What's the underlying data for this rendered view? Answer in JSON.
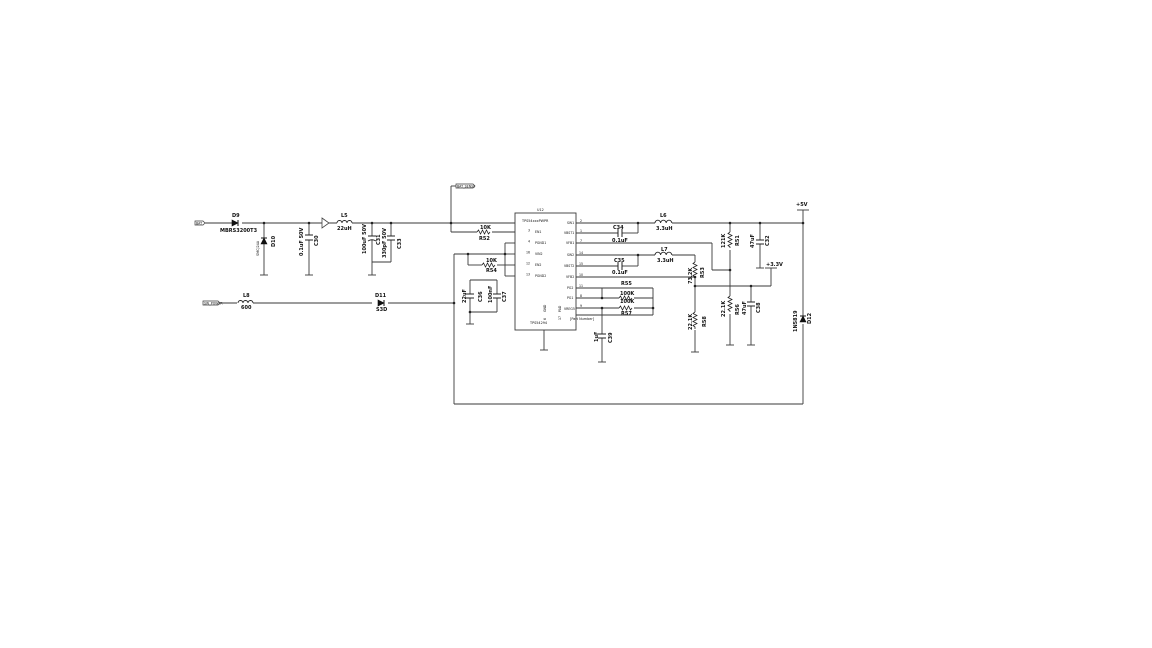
{
  "net_labels": {
    "bat": "BAT",
    "sw_power": "SW_POWER",
    "bat_sense": "BAT_SENSE",
    "plus5v": "+5V",
    "plus3v3": "+3.3V"
  },
  "ic": {
    "ref": "U12",
    "part": "TPS54xxxPWPR",
    "type_name": "TPS54294",
    "part_number": "[Part Number]",
    "pins_left": [
      {
        "num": "3",
        "name": "EN1"
      },
      {
        "num": "4",
        "name": "PGND1"
      },
      {
        "num": "16",
        "name": "VIN2"
      },
      {
        "num": "12",
        "name": "EN2"
      },
      {
        "num": "13",
        "name": "PGND2"
      }
    ],
    "pins_right": [
      {
        "num": "2",
        "name": "SW1"
      },
      {
        "num": "1",
        "name": "VBST1"
      },
      {
        "num": "7",
        "name": "VFB1"
      },
      {
        "num": "14",
        "name": "SW2"
      },
      {
        "num": "15",
        "name": "VBST2"
      },
      {
        "num": "10",
        "name": "VFB2"
      },
      {
        "num": "11",
        "name": "PG2"
      },
      {
        "num": "8",
        "name": "PG1"
      },
      {
        "num": "9",
        "name": "VREG5"
      }
    ],
    "pins_bottom": [
      {
        "num": "6",
        "name": "GND"
      },
      {
        "num": "17",
        "name": "PAD"
      }
    ]
  },
  "components": {
    "D9": {
      "ref": "D9",
      "value": "MBRS3200T3"
    },
    "D10": {
      "ref": "D10",
      "value": "SMCJ24A"
    },
    "C30": {
      "ref": "C30",
      "value": "0.1uF 50V"
    },
    "L5": {
      "ref": "L5",
      "value": "22uH"
    },
    "C31": {
      "ref": "C31",
      "value": "100uF 50V"
    },
    "C33": {
      "ref": "C33",
      "value": "330pF 50V"
    },
    "R52": {
      "ref": "R52",
      "value": "10K"
    },
    "R54": {
      "ref": "R54",
      "value": "10K"
    },
    "L8": {
      "ref": "L8",
      "value": "600"
    },
    "D11": {
      "ref": "D11",
      "value": "S3D"
    },
    "C36": {
      "ref": "C36",
      "value": "22uF"
    },
    "C37": {
      "ref": "C37",
      "value": "100nF"
    },
    "C34": {
      "ref": "C34",
      "value": "0.1uF"
    },
    "L6": {
      "ref": "L6",
      "value": "3.3uH"
    },
    "C35": {
      "ref": "C35",
      "value": "0.1uF"
    },
    "L7": {
      "ref": "L7",
      "value": "3.3uH"
    },
    "R55": {
      "ref": "R55",
      "value": "100K"
    },
    "R57": {
      "ref": "R57",
      "value": "100K"
    },
    "C39": {
      "ref": "C39",
      "value": "1uF"
    },
    "R51": {
      "ref": "R51",
      "value": "121K"
    },
    "C32": {
      "ref": "C32",
      "value": "47uF"
    },
    "R56": {
      "ref": "R56",
      "value": "22.1K"
    },
    "C38": {
      "ref": "C38",
      "value": "47uF"
    },
    "R53": {
      "ref": "R53",
      "value": "73.2K"
    },
    "R58": {
      "ref": "R58",
      "value": "22.1K"
    },
    "D12": {
      "ref": "D12",
      "value": "1N5819"
    }
  }
}
